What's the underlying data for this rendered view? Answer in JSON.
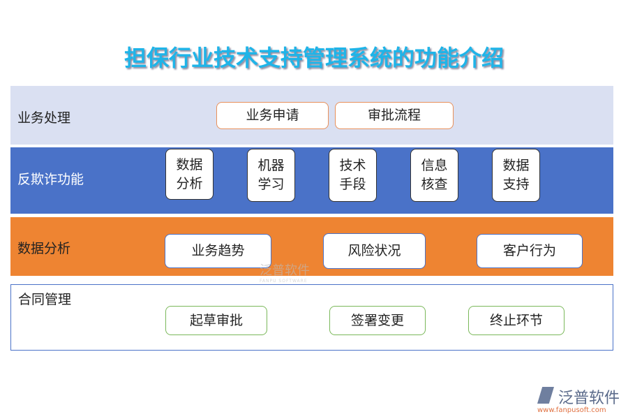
{
  "title": "担保行业技术支持管理系统的功能介绍",
  "rows": [
    {
      "label": "业务处理",
      "color": "#dae0f2",
      "items": [
        "业务申请",
        "审批流程"
      ]
    },
    {
      "label": "反欺诈功能",
      "color": "#4a72c8",
      "items": [
        "数据\n分析",
        "机器\n学习",
        "技术\n手段",
        "信息\n核查",
        "数据\n支持"
      ]
    },
    {
      "label": "数据分析",
      "color": "#ee8432",
      "items": [
        "业务趋势",
        "风险状况",
        "客户行为"
      ]
    },
    {
      "label": "合同管理",
      "color": "#ffffff",
      "items": [
        "起草审批",
        "签署变更",
        "终止环节"
      ]
    }
  ],
  "watermark": {
    "name": "泛普软件",
    "sub": "FANPU SOFTWARE"
  },
  "logo": {
    "name": "泛普软件",
    "url": "www.fanpusoft.com"
  }
}
